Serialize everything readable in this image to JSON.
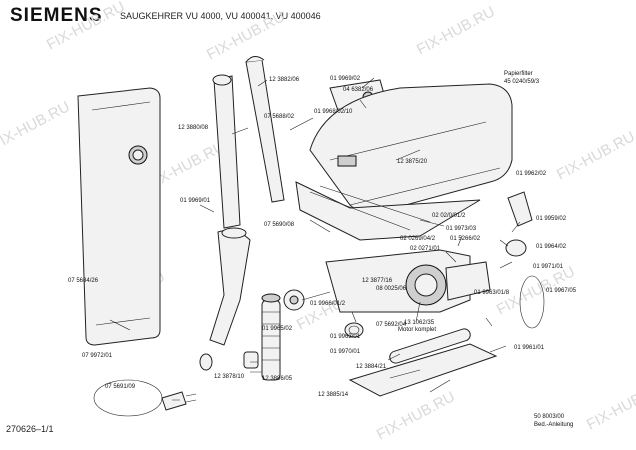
{
  "header": {
    "brand": "SIEMENS",
    "title": "SAUGKEHRER VU 4000, VU 400041, VU 400046"
  },
  "footer": {
    "doc_id": "270626–1/1"
  },
  "watermark": "FIX-HUB.RU",
  "labels": {
    "p01": "12 3882/06",
    "p02": "01 9969/02",
    "p03": "04 6382/06",
    "p04": "01 9968/02/10",
    "p05": "Papierfilter",
    "p06": "45 0240/59/3",
    "p07": "12 3880/08",
    "p08": "07 5688/02",
    "p09": "12 3875/20",
    "p10": "01 9962/02",
    "p11": "01 9969/01",
    "p12": "07 5690/08",
    "p13": "02 02/0/01/2",
    "p14": "01 9973/03",
    "p15": "01 9959/02",
    "p16": "02 0269/04/2",
    "p17": "01 5266/02",
    "p18": "01 9964/02",
    "p19": "02 0271/01",
    "p20": "01 9971/01",
    "p21": "07 5684/26",
    "p22": "12 3877/16",
    "p23": "08 0025/06",
    "p24": "01 9966/01/2",
    "p25": "01 9963/01/8",
    "p26": "01 9967/05",
    "p27": "01 9965/02",
    "p28": "01 9963/01",
    "p29": "13 1062/35",
    "p30": "Motor komplet",
    "p31": "07 5692/04",
    "p32": "07 9972/01",
    "p33": "12 3878/10",
    "p34": "01 9970/01",
    "p35": "01 9961/01",
    "p36": "12 3884/21",
    "p37": "07 5691/09",
    "p38": "12 3886/05",
    "p39": "12 3885/14",
    "p40": "50 8003/00",
    "p41": "Bed.-Anleitung"
  }
}
